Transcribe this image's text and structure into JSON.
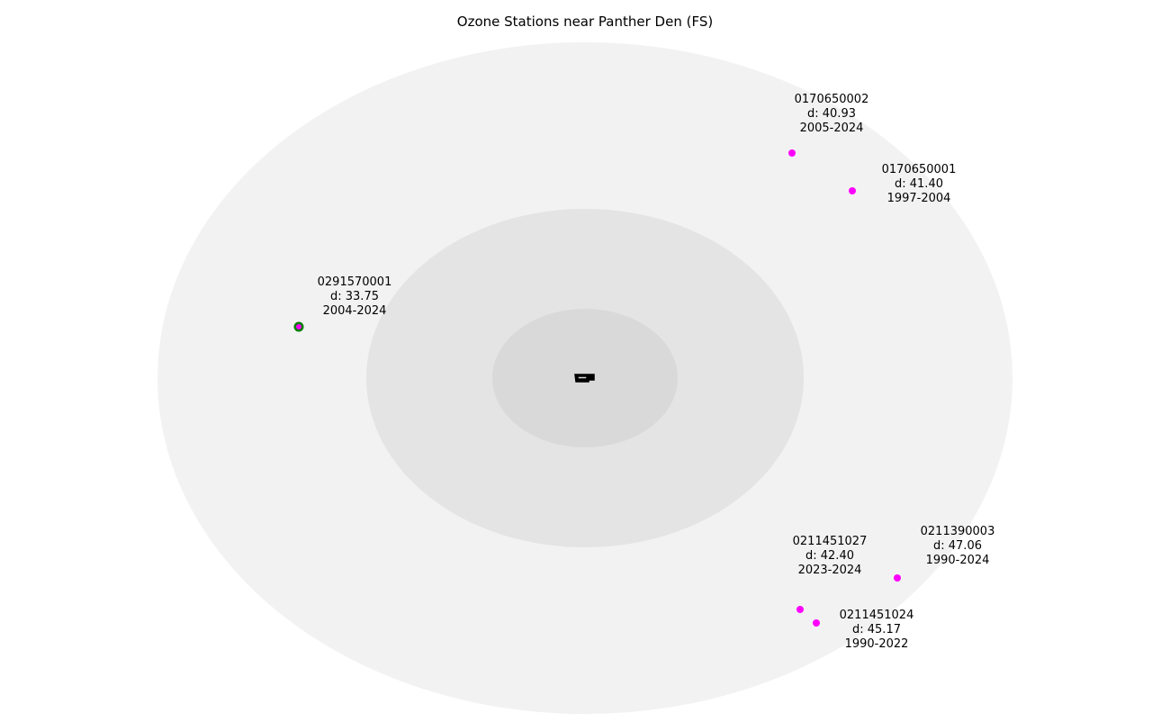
{
  "title": "Ozone Stations near Panther Den (FS)",
  "colors": {
    "outer_ring": "#f2f2f2",
    "middle_ring": "#e4e4e4",
    "inner_ring": "#d9d9d9",
    "station": "#ff00ff",
    "highlight": "#008000",
    "site_outline": "#000000"
  },
  "stations": [
    {
      "id": "0291570001",
      "distance": "d: 33.75",
      "years": "2004-2024",
      "highlighted": true
    },
    {
      "id": "0170650002",
      "distance": "d: 40.93",
      "years": "2005-2024",
      "highlighted": false
    },
    {
      "id": "0170650001",
      "distance": "d: 41.40",
      "years": "1997-2004",
      "highlighted": false
    },
    {
      "id": "0211451027",
      "distance": "d: 42.40",
      "years": "2023-2024",
      "highlighted": false
    },
    {
      "id": "0211451024",
      "distance": "d: 45.17",
      "years": "1990-2022",
      "highlighted": false
    },
    {
      "id": "0211390003",
      "distance": "d: 47.06",
      "years": "1990-2024",
      "highlighted": false
    }
  ]
}
